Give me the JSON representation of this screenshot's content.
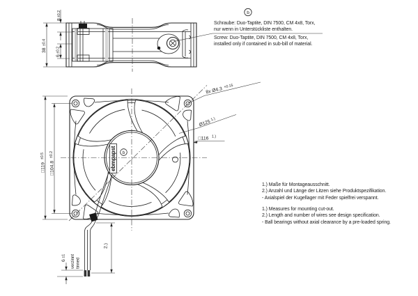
{
  "notes": {
    "screw_marker": "b",
    "screw": [
      "Schraube: Duo-Taptite, DIN 7500, CM 4x8, Torx,",
      "nur wenn in Unterstückliste enthalten.",
      "Screw: Duo-Taptite, DIN 7500, CM 4x8, Torx,",
      "installed only if contained in sub-bill of material."
    ],
    "de": [
      "1.) Maße für Montageausschnitt.",
      "2.) Anzahl und Länge der Litzen siehe Produktspezifikation.",
      "-  Axialspiel der Kugellager mit Feder spielfrei verspannt."
    ],
    "en": [
      "1.) Measures for mounting cut-out.",
      "2.) Length and number of wires see design specification.",
      "-  Ball bearings without axial clearance by a pre-loaded spring."
    ]
  },
  "dims": {
    "depth": {
      "value": "38",
      "tol": "±0.4"
    },
    "top_offset": {
      "value": "8",
      "tol": "±0.2"
    },
    "mid_offset": {
      "value": "6",
      "tol": "±0.2"
    },
    "frame_size": {
      "value": "□119",
      "tol": "±0.5"
    },
    "hole_spacing": {
      "value": "□104.8",
      "tol": "±0.2"
    },
    "mounting_holes": {
      "value": "8x Ø4.3",
      "tol": "+0.15"
    },
    "cutout_circle": {
      "value": "Ø125",
      "ref": "1.)"
    },
    "cutout_square": {
      "value": "□116",
      "ref": "1.)"
    },
    "wire_length_ref": "2.)",
    "tinned_length": {
      "value": "6",
      "tol": "±1"
    },
    "tinned_de": "verzinnt",
    "tinned_en": "tinned",
    "hub_marker": "b"
  },
  "brand": "ebmpapst"
}
